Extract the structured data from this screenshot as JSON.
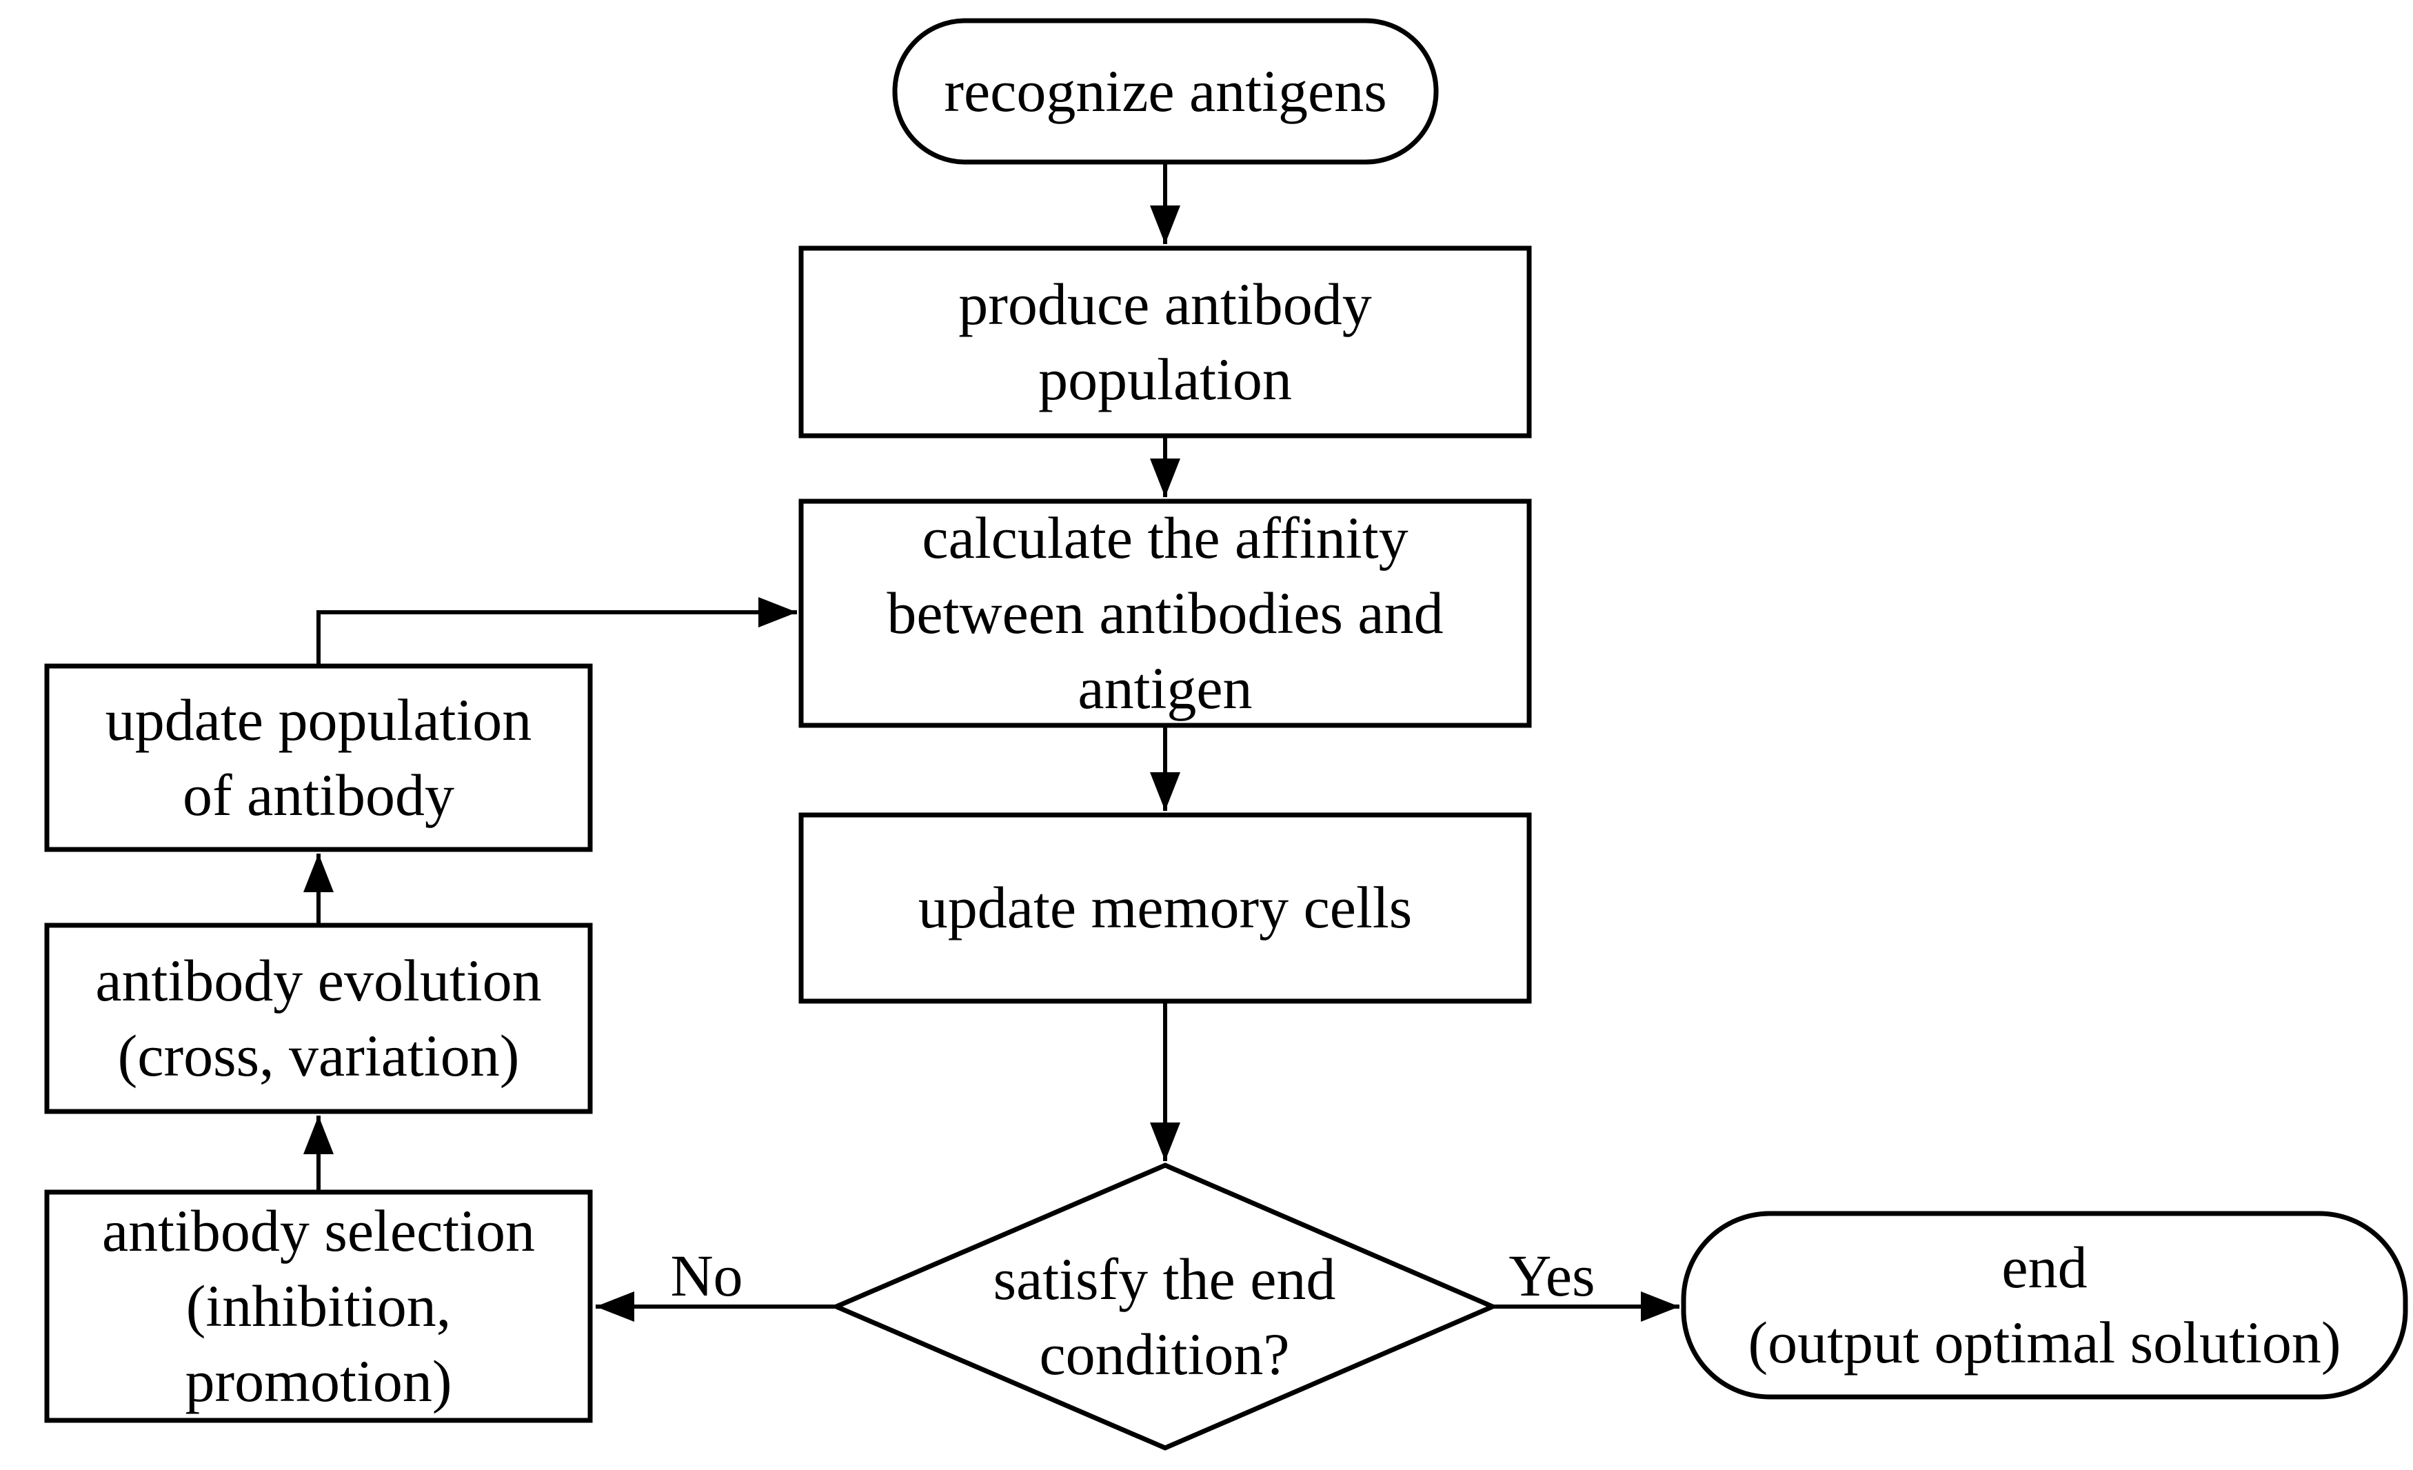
{
  "colors": {
    "background": "#ffffff",
    "line": "#000000",
    "text": "#000000"
  },
  "nodes": {
    "start": {
      "type": "terminator",
      "label": "recognize antigens"
    },
    "produce": {
      "type": "process",
      "label": "produce antibody\npopulation"
    },
    "calc": {
      "type": "process",
      "label": "calculate the affinity\nbetween antibodies and\nantigen"
    },
    "memory": {
      "type": "process",
      "label": "update memory cells"
    },
    "decision": {
      "type": "decision",
      "label": "satisfy the end\ncondition?"
    },
    "end": {
      "type": "terminator",
      "label": "end\n(output optimal solution)"
    },
    "update_pop": {
      "type": "process",
      "label": "update population\nof antibody"
    },
    "evolution": {
      "type": "process",
      "label": "antibody evolution\n(cross, variation)"
    },
    "selection": {
      "type": "process",
      "label": "antibody selection\n(inhibition,\npromotion)"
    }
  },
  "edge_labels": {
    "yes": "Yes",
    "no": "No"
  },
  "edges": [
    {
      "from": "start",
      "to": "produce"
    },
    {
      "from": "produce",
      "to": "calc"
    },
    {
      "from": "calc",
      "to": "memory"
    },
    {
      "from": "memory",
      "to": "decision"
    },
    {
      "from": "decision",
      "to": "end",
      "label": "Yes"
    },
    {
      "from": "decision",
      "to": "selection",
      "label": "No"
    },
    {
      "from": "selection",
      "to": "evolution"
    },
    {
      "from": "evolution",
      "to": "update_pop"
    },
    {
      "from": "update_pop",
      "to": "calc"
    }
  ]
}
